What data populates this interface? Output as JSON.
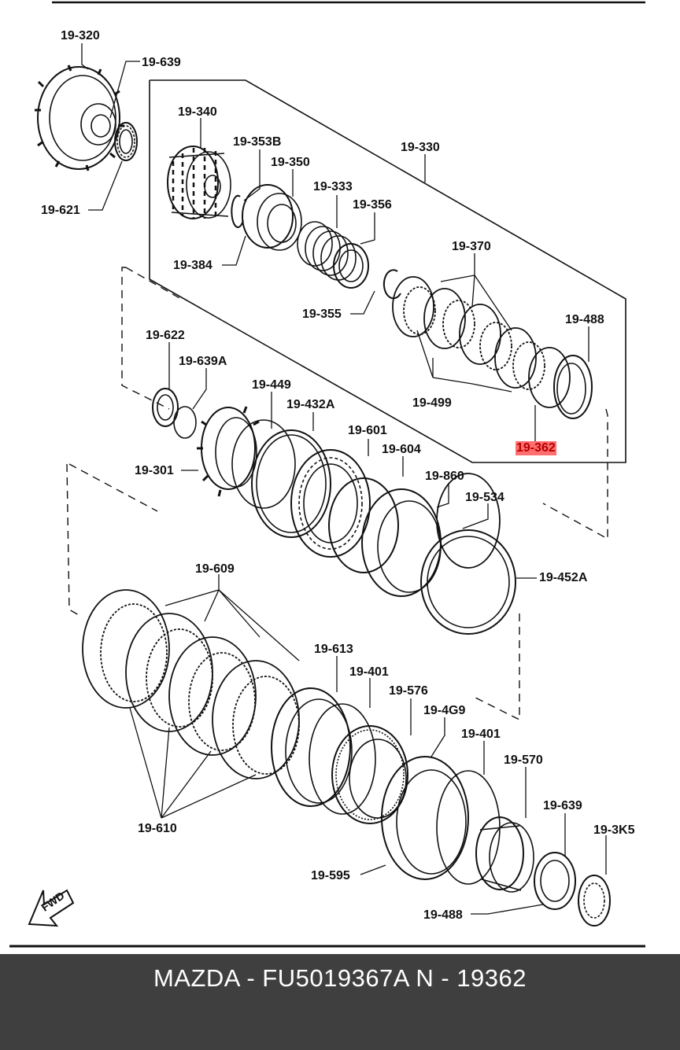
{
  "diagram": {
    "labels": {
      "p19_320": "19-320",
      "p19_639_top": "19-639",
      "p19_621": "19-621",
      "p19_340": "19-340",
      "p19_353B": "19-353B",
      "p19_350": "19-350",
      "p19_330": "19-330",
      "p19_333": "19-333",
      "p19_356": "19-356",
      "p19_384": "19-384",
      "p19_370": "19-370",
      "p19_355": "19-355",
      "p19_488_top": "19-488",
      "p19_622": "19-622",
      "p19_639A": "19-639A",
      "p19_449": "19-449",
      "p19_432A": "19-432A",
      "p19_499": "19-499",
      "p19_601": "19-601",
      "p19_362": "19-362",
      "p19_604": "19-604",
      "p19_301": "19-301",
      "p19_860": "19-860",
      "p19_534": "19-534",
      "p19_452A": "19-452A",
      "p19_609": "19-609",
      "p19_613": "19-613",
      "p19_401_a": "19-401",
      "p19_576": "19-576",
      "p19_4G9": "19-4G9",
      "p19_401_b": "19-401",
      "p19_570": "19-570",
      "p19_639_bottom": "19-639",
      "p19_3K5": "19-3K5",
      "p19_610": "19-610",
      "p19_595": "19-595",
      "p19_488_bottom": "19-488"
    },
    "highlighted_part": "19-362",
    "highlight_color": "#ff6f6f",
    "fwd_marker": "FWD"
  },
  "footer": {
    "text": "MAZDA - FU5019367A    N - 19362",
    "background": "#3f3f3f",
    "text_color": "#ffffff"
  }
}
